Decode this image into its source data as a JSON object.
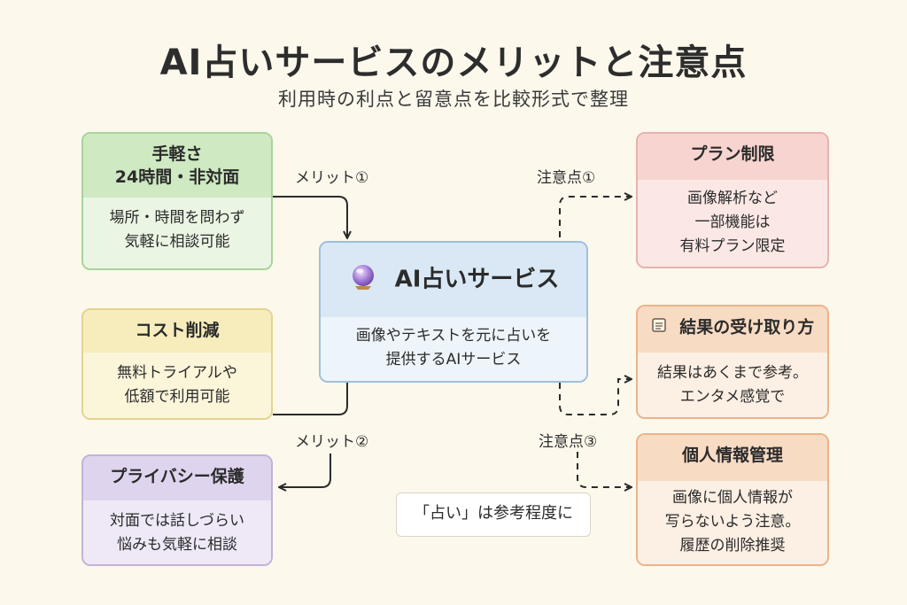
{
  "title": "AI占いサービスのメリットと注意点",
  "subtitle": "利用時の利点と留意点を比較形式で整理",
  "center": {
    "title": "AI占いサービス",
    "icon": "crystal-ball-icon",
    "desc_line1": "画像やテキストを元に占いを",
    "desc_line2": "提供するAIサービス"
  },
  "merits": [
    {
      "head_line1": "手軽さ",
      "head_line2": "24時間・非対面",
      "body_line1": "場所・時間を問わず",
      "body_line2": "気軽に相談可能"
    },
    {
      "head_line1": "コスト削減",
      "body_line1": "無料トライアルや",
      "body_line2": "低額で利用可能"
    },
    {
      "head_line1": "プライバシー保護",
      "body_line1": "対面では話しづらい",
      "body_line2": "悩みも気軽に相談"
    }
  ],
  "cautions": [
    {
      "head_line1": "プラン制限",
      "body_line1": "画像解析など",
      "body_line2": "一部機能は",
      "body_line3": "有料プラン限定"
    },
    {
      "head_line1": "結果の受け取り方",
      "icon": "document-icon",
      "body_line1": "結果はあくまで参考。",
      "body_line2": "エンタメ感覚で"
    },
    {
      "head_line1": "個人情報管理",
      "body_line1": "画像に個人情報が",
      "body_line2": "写らないよう注意。",
      "body_line3": "履歴の削除推奨"
    }
  ],
  "labels": {
    "merit1": "メリット①",
    "merit2": "メリット②",
    "caution1": "注意点①",
    "caution3": "注意点③"
  },
  "note": "「占い」は参考程度に",
  "colors": {
    "background": "#fcf8ec",
    "green": "#cfe9c3",
    "yellow": "#f6ecbc",
    "purple": "#dfd4ee",
    "pink": "#f7d4cf",
    "orange": "#f8dbc3",
    "blue": "#d9e8f4"
  }
}
